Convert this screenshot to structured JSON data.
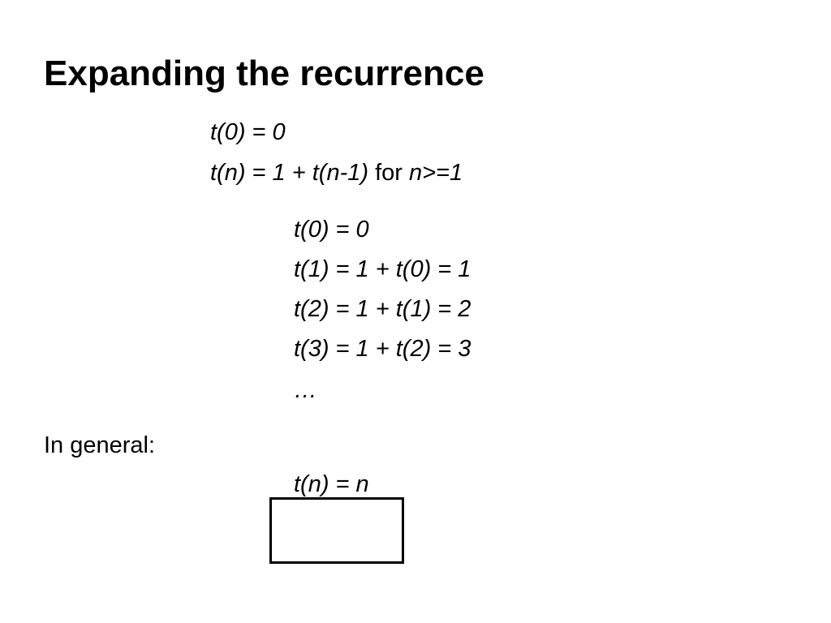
{
  "slide": {
    "title": "Expanding the recurrence",
    "definition": {
      "base_case": "t(0) = 0",
      "recursive_case": "t(n) = 1 + t(n-1)",
      "connector": "for",
      "condition": "n>=1"
    },
    "expansion": [
      "t(0) = 0",
      "t(1) = 1 + t(0) = 1",
      "t(2) = 1 + t(1) = 2",
      "t(3) = 1 + t(2) = 3",
      "…"
    ],
    "general_label": "In general:",
    "result": "t(n) = n"
  }
}
